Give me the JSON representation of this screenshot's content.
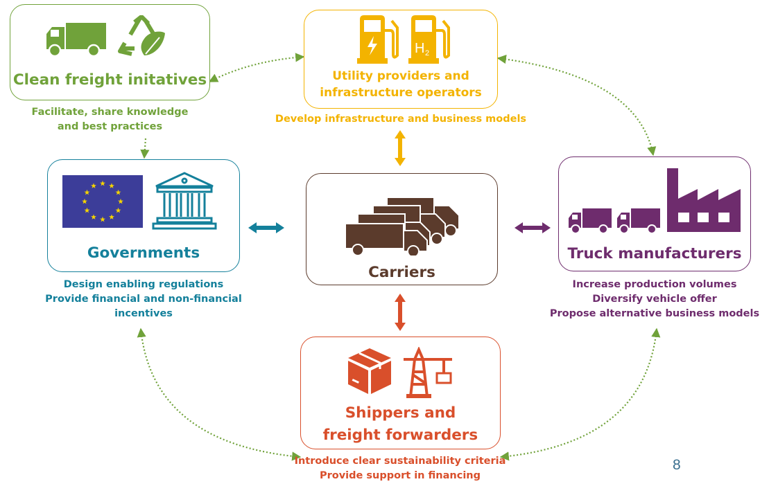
{
  "colors": {
    "green": "#70a23a",
    "yellow": "#f3b300",
    "teal": "#14809b",
    "brown": "#5b3b2c",
    "purple": "#6e2c6d",
    "orange": "#d94f2b",
    "eu_blue": "#3c3d99",
    "eu_star": "#f4d300"
  },
  "nodes": {
    "clean_freight": {
      "title": "Clean freight initatives",
      "caption": [
        "Facilitate, share knowledge",
        "and best practices"
      ],
      "icons": [
        "truck-icon",
        "recycle-leaf-icon"
      ]
    },
    "utility": {
      "title": [
        "Utility providers and",
        "infrastructure operators"
      ],
      "caption": [
        "Develop infrastructure and business models"
      ],
      "icons": [
        "electric-charging-icon",
        "hydrogen-pump-icon"
      ],
      "h2_label": "H",
      "h2_sub": "2"
    },
    "governments": {
      "title": "Governments",
      "caption": [
        "Design enabling regulations",
        "Provide financial and non-financial",
        "incentives"
      ],
      "icons": [
        "eu-flag-icon",
        "government-building-icon"
      ]
    },
    "carriers": {
      "title": "Carriers",
      "icons": [
        "truck-fleet-icon"
      ]
    },
    "truck_manufacturers": {
      "title": "Truck manufacturers",
      "caption": [
        "Increase production volumes",
        "Diversify vehicle offer",
        "Propose alternative business models"
      ],
      "icons": [
        "small-truck-icon",
        "small-truck-icon",
        "factory-icon"
      ]
    },
    "shippers": {
      "title": [
        "Shippers and",
        "freight forwarders"
      ],
      "caption": [
        "Introduce clear sustainability criteria",
        "Provide support in financing"
      ],
      "icons": [
        "package-box-icon",
        "port-crane-icon"
      ]
    }
  },
  "page_number": "8"
}
